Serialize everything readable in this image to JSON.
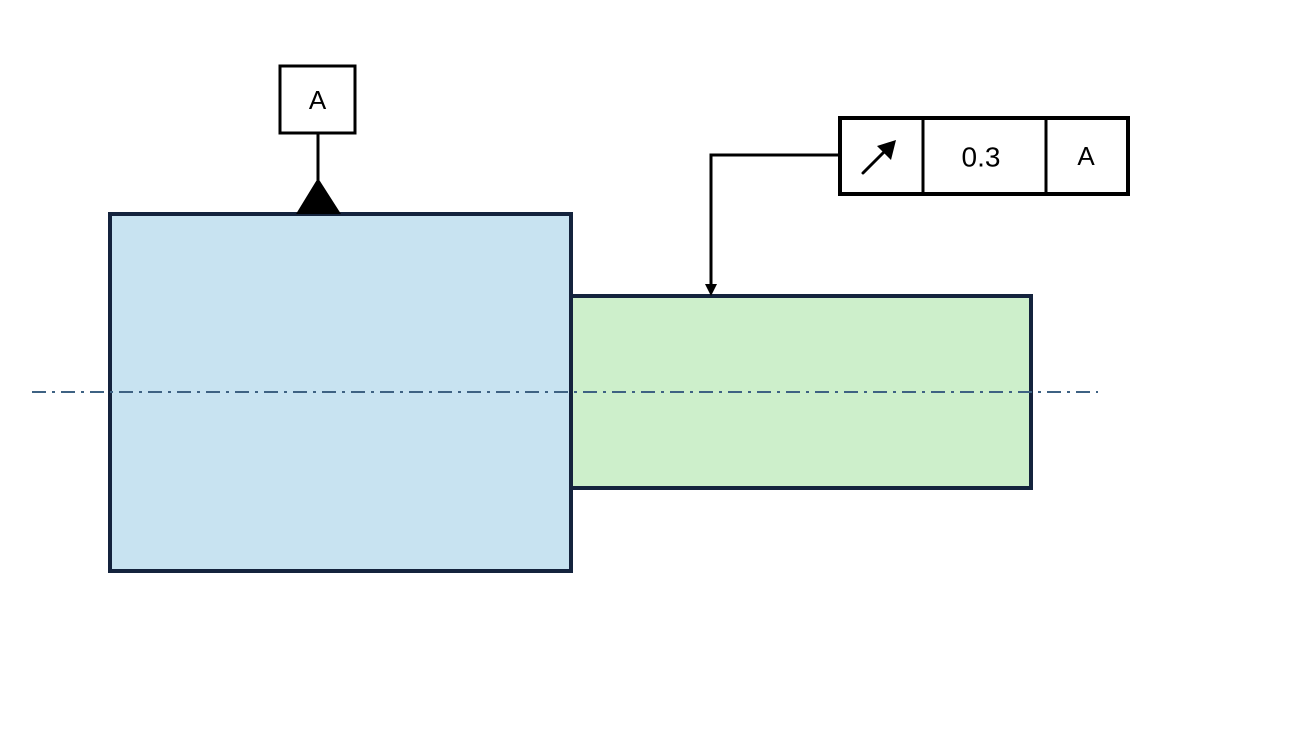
{
  "drawing": {
    "datum_feature": {
      "label": "A",
      "fill": "#C8E3F1",
      "stroke": "#14233D"
    },
    "toleranced_feature": {
      "fill": "#CDEFCB",
      "stroke": "#14233D"
    },
    "center_axis": {
      "color": "#3E6283"
    },
    "feature_control_frame": {
      "symbol_icon": "circular-runout-arrow-icon",
      "tolerance": "0.3",
      "datum_ref": "A",
      "stroke": "#000000"
    }
  }
}
